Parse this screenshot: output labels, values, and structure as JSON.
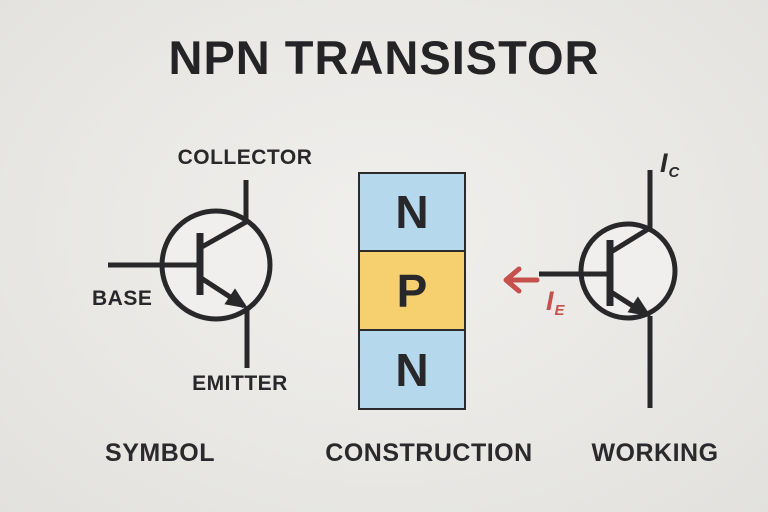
{
  "page": {
    "title": "NPN TRANSISTOR",
    "background": "#e9e8e5"
  },
  "colors": {
    "line": "#28282a",
    "text": "#242427",
    "n_block": "#b5d8ec",
    "p_block": "#f6d06e",
    "current_red": "#c5504c"
  },
  "symbol_section": {
    "caption": "SYMBOL",
    "collector_label": "COLLECTOR",
    "base_label": "BASE",
    "emitter_label": "EMITTER"
  },
  "construction_section": {
    "caption": "CONSTRUCTION",
    "layers": [
      {
        "label": "N",
        "color": "#b5d8ec"
      },
      {
        "label": "P",
        "color": "#f6d06e"
      },
      {
        "label": "N",
        "color": "#b5d8ec"
      }
    ]
  },
  "working_section": {
    "caption": "WORKING",
    "collector_current": {
      "symbol": "I",
      "subscript": "C"
    },
    "emitter_current": {
      "symbol": "I",
      "subscript": "E"
    }
  }
}
